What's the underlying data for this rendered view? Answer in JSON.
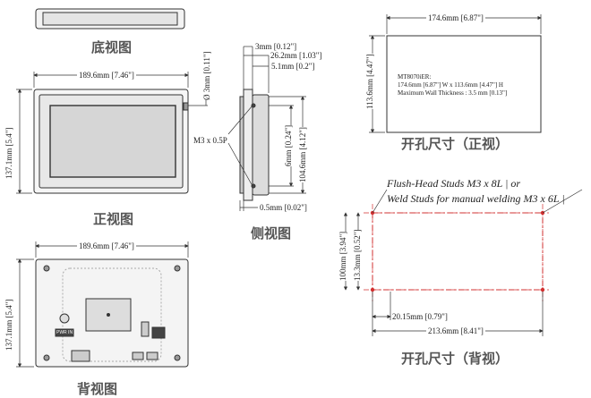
{
  "captions": {
    "bottom": "底视图",
    "front": "正视图",
    "side": "侧视图",
    "rear": "背视图",
    "cutout_front": "开孔尺寸（正视）",
    "cutout_back": "开孔尺寸（背视）"
  },
  "front_view": {
    "width": "189.6mm [7.46\"]",
    "height": "137.1mm [5.4\"]",
    "port_dia": "Ø 3mm [0.11\"]"
  },
  "side_view": {
    "d1": "3mm [0.12\"]",
    "d2": "26.2mm [1.03\"]",
    "d3": "5.1mm [0.2\"]",
    "screw": "M3 x 0.5P",
    "d4": "6mm [0.24\"]",
    "d5": "104.6mm [4.12\"]",
    "d6": "0.5mm [0.02\"]"
  },
  "rear_view": {
    "width": "189.6mm [7.46\"]",
    "height": "137.1mm [5.4\"]",
    "label_power": "PWR IN"
  },
  "cutout_front": {
    "width": "174.6mm [6.87\"]",
    "height": "113.6mm [4.47\"]",
    "model": "MT8070iER:",
    "spec": "174.6mm [6.87\"] W x 113.6mm [4.47\"] H",
    "wall": "Maximum Wall Thickness : 3.5 mm [0.13\"]"
  },
  "cutout_back": {
    "stud1": "Flush-Head Studs M3 x 8L | or",
    "stud2": "Weld Studs for manual welding M3 x 6L |",
    "h1": "100mm [3.94\"]",
    "h2": "13.3mm [0.52\"]",
    "w1": "20.15mm [0.79\"]",
    "w2": "213.6mm [8.41\"]"
  },
  "colors": {
    "cutout_dash": "#d23030",
    "line": "#333333"
  }
}
